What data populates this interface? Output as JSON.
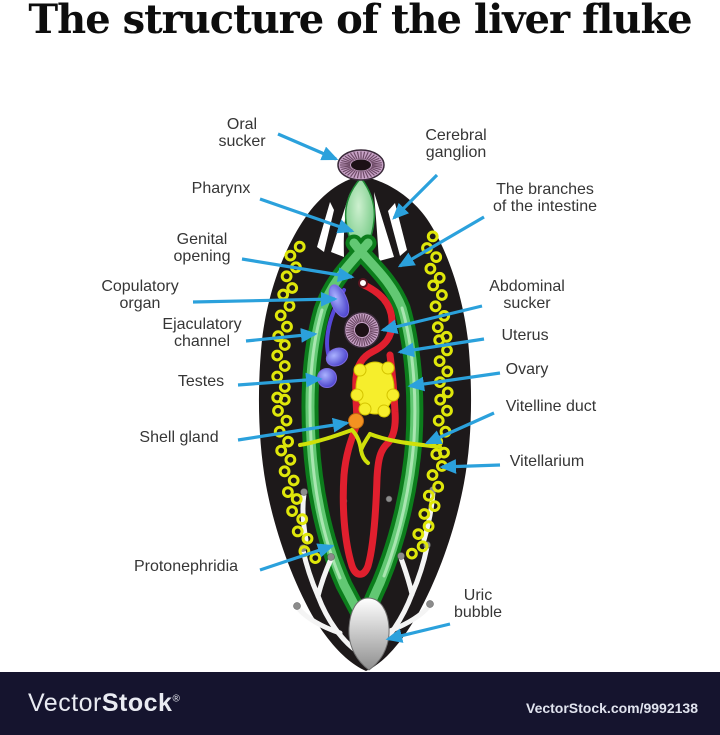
{
  "title": "The structure of the liver fluke",
  "labels": [
    {
      "id": "oral-sucker",
      "text": "Oral\nsucker"
    },
    {
      "id": "cerebral-ganglion",
      "text": "Cerebral\nganglion"
    },
    {
      "id": "pharynx",
      "text": "Pharynx"
    },
    {
      "id": "branches-intestine",
      "text": "The branches\nof the intestine"
    },
    {
      "id": "genital-opening",
      "text": "Genital\nopening"
    },
    {
      "id": "copulatory-organ",
      "text": "Copulatory\norgan"
    },
    {
      "id": "abdominal-sucker",
      "text": "Abdominal\nsucker"
    },
    {
      "id": "ejaculatory-channel",
      "text": "Ejaculatory\nchannel"
    },
    {
      "id": "uterus",
      "text": "Uterus"
    },
    {
      "id": "testes",
      "text": "Testes"
    },
    {
      "id": "ovary",
      "text": "Ovary"
    },
    {
      "id": "vitelline-duct",
      "text": "Vitelline duct"
    },
    {
      "id": "shell-gland",
      "text": "Shell gland"
    },
    {
      "id": "vitellarium",
      "text": "Vitellarium"
    },
    {
      "id": "protonephridia",
      "text": "Protonephridia"
    },
    {
      "id": "uric-bubble",
      "text": "Uric\nbubble"
    }
  ],
  "footer": {
    "brand_vector": "Vector",
    "brand_stock": "Stock",
    "registered": "®",
    "url": "VectorStock.com/9992138"
  },
  "colors": {
    "arrow_blue": "#2ba1dc",
    "body_black": "#1d191a",
    "intestine_green_dark": "#0c7d1c",
    "intestine_green_light": "#62c873",
    "pharynx_green": "#9adfa5",
    "vitellarium_yellow": "#dfe70a",
    "uterus_red": "#e01f2e",
    "ovary_yellow": "#f6ee2c",
    "shell_gland_orange": "#f39221",
    "testes_blue": "#4a55e0",
    "sucker_pink": "#c7a2c6",
    "uric_bubble_gray": "#9e9e9e",
    "protonephridia_white": "#f4f4f4",
    "footer_navy": "#15142e",
    "label_text": "#363636"
  }
}
